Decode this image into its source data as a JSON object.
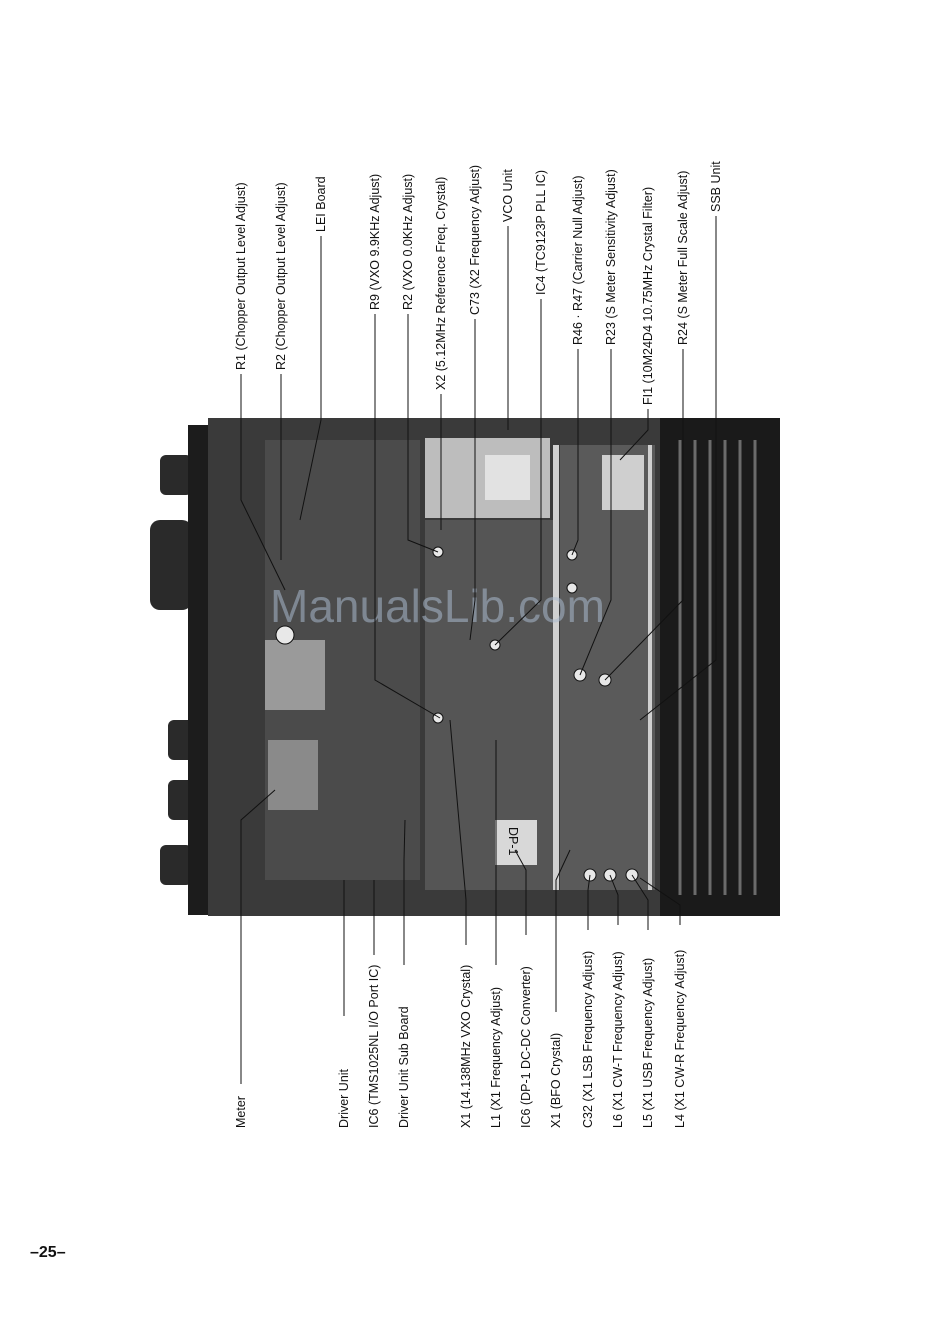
{
  "page_number": "–25–",
  "watermark": "ManualsLib.com",
  "top_labels": [
    "R1 (Chopper Output Level Adjust)",
    "R2 (Chopper Output Level Adjust)",
    "LEI Board",
    "R9 (VXO 9.9KHz Adjust)",
    "R2 (VXO 0.0KHz Adjust)",
    "X2 (5.12MHz Reference Freq. Crystal)",
    "C73 (X2 Frequency Adjust)",
    "VCO Unit",
    "IC4 (TC9123P PLL IC)",
    "R46 · R47 (Carrier Null Adjust)",
    "R23 (S Meter Sensitivity Adjust)",
    "FI1 (10M24D4 10.75MHz Crystal Filter)",
    "R24 (S Meter Full Scale Adjust)",
    "SSB Unit"
  ],
  "bottom_labels": [
    "Meter",
    "Driver Unit",
    "IC6 (TMS1025NL I/O Port IC)",
    "Driver Unit Sub Board",
    "X1 (14.138MHz VXO Crystal)",
    "L1 (X1 Frequency Adjust)",
    "IC6 (DP-1 DC-DC Converter)",
    "X1 (BFO Crystal)",
    "C32 (X1 LSB Frequency Adjust)",
    "L6 (X1 CW-T Frequency Adjust)",
    "L5 (X1 USB Frequency Adjust)",
    "L4 (X1 CW-R Frequency Adjust)"
  ],
  "photo_marking": "DP-1"
}
